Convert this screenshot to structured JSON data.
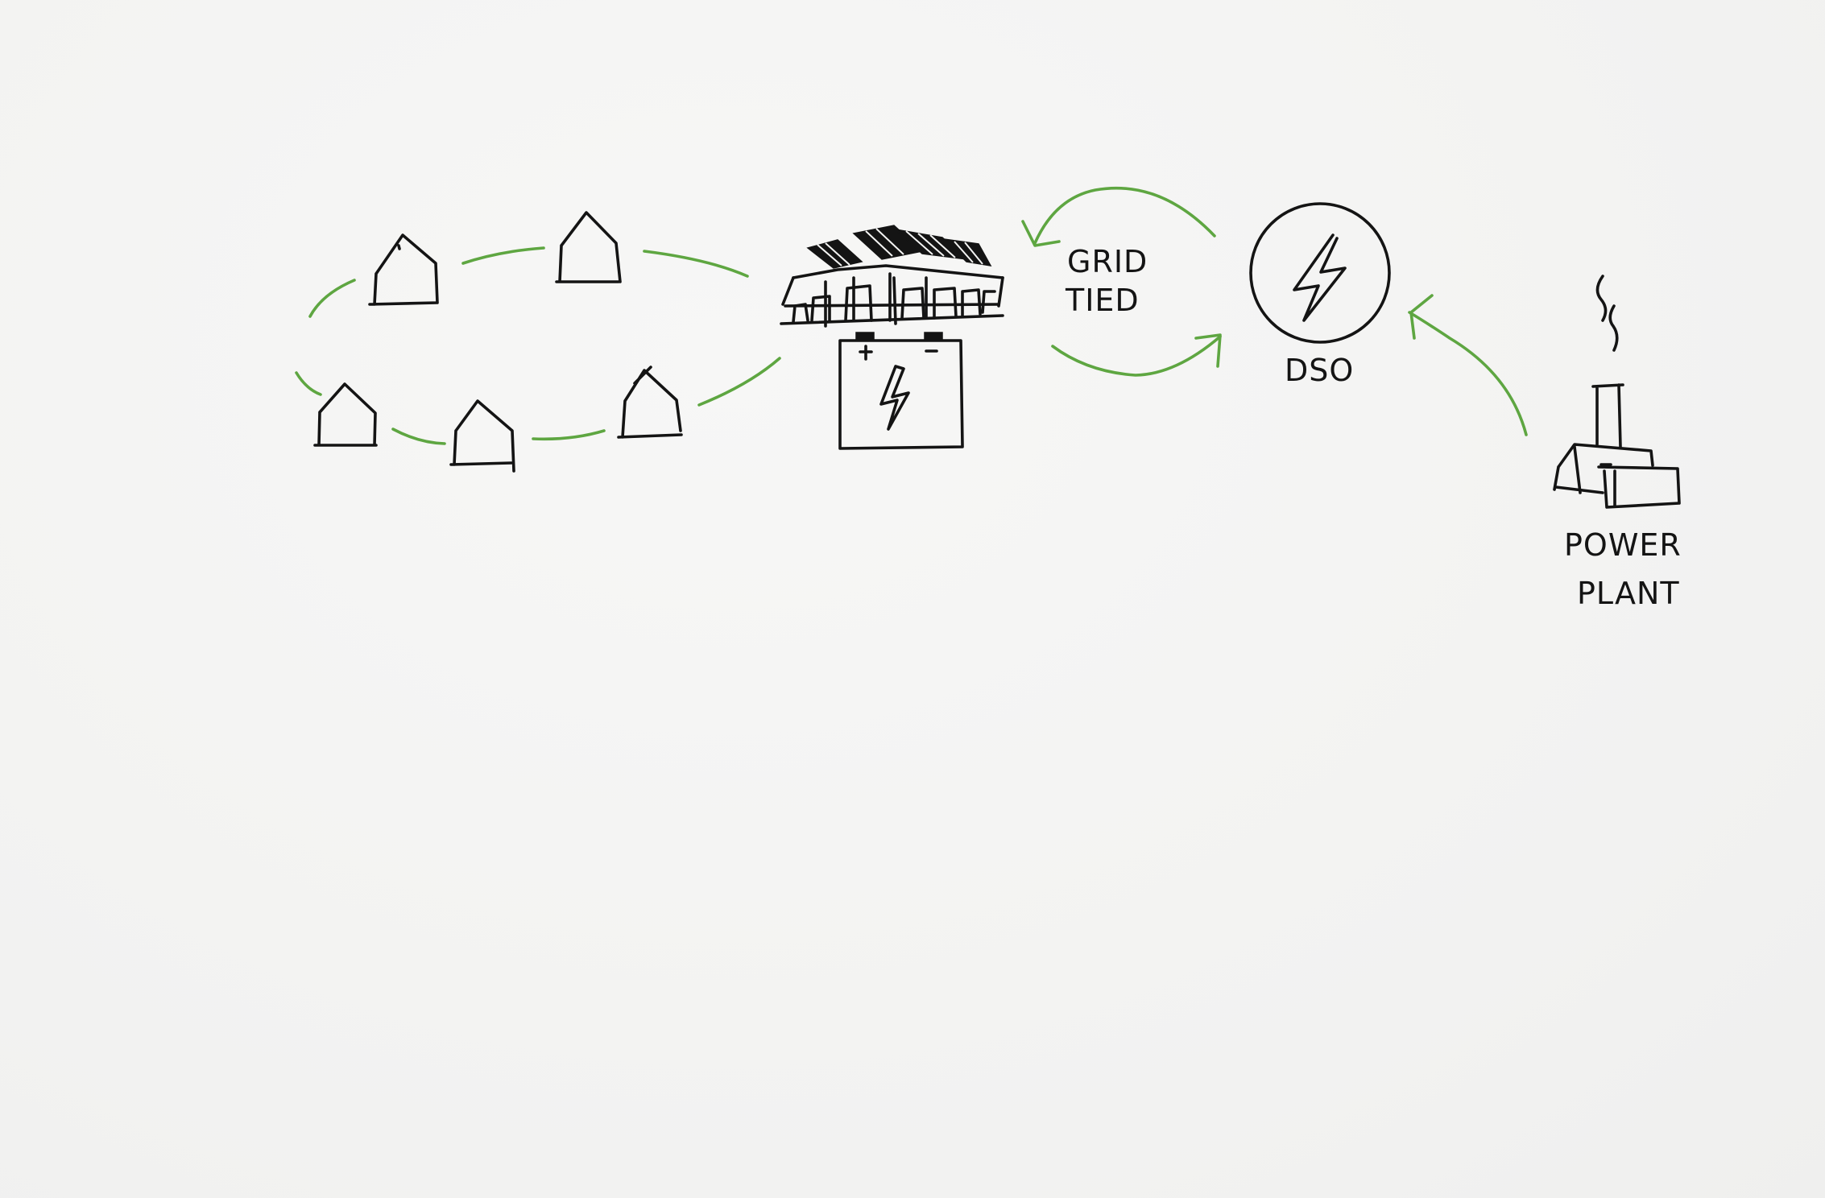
{
  "colors": {
    "accent": "#5ea641",
    "ink": "#141414",
    "background": "#f4f4f3"
  },
  "labels": {
    "grid_tied_line1": "GRID",
    "grid_tied_line2": "TIED",
    "dso": "DSO",
    "power_plant_line1": "POWER",
    "power_plant_line2": "PLANT"
  },
  "icons": [
    "house-icon",
    "solar-building-icon",
    "battery-icon",
    "lightning-bolt-icon",
    "power-plant-icon",
    "smoke-icon"
  ]
}
